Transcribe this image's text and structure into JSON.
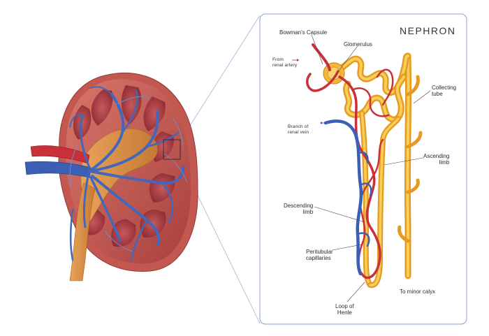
{
  "title": "NEPHRON",
  "labels": {
    "bowmans_capsule": "Bowman's Capsule",
    "glomerulus": "Glomerulus",
    "from_renal_artery": "From\nrenal artery",
    "collecting_tube": "Collecting\ntube",
    "branch_of_renal_vein": "Branch of\nrenal vein",
    "ascending_limb": "Ascending\nlimb",
    "descending_limb": "Descending\nlimb",
    "peritubular_capillaries": "Peritubular\ncapillaries",
    "to_minor_calyx": "To minor calyx",
    "loop_of_henle": "Loop of\nHenle"
  },
  "colors": {
    "artery_red": "#c8313a",
    "vein_blue": "#3a5fb4",
    "tubule_yellow": "#f3b73f",
    "kidney_cortex": "#c0524c",
    "kidney_medulla": "#a9353f",
    "ureter": "#d8923a",
    "panel_border": "#8aa0cf"
  }
}
